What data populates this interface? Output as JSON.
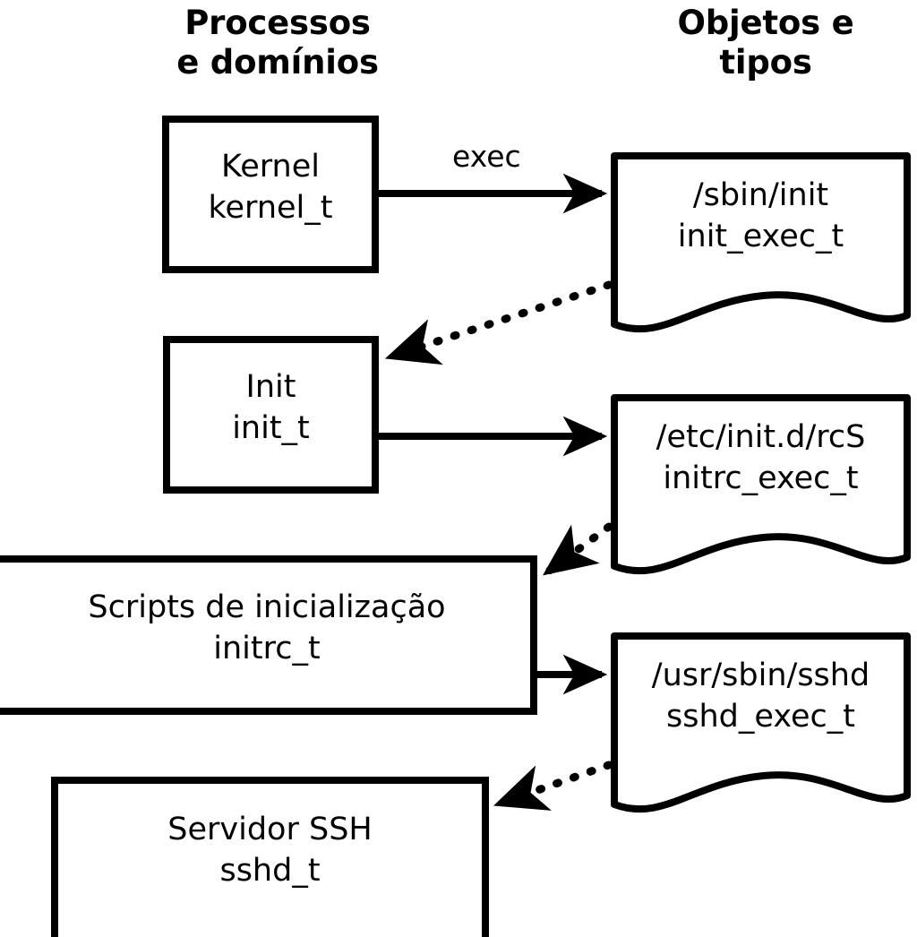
{
  "diagram": {
    "title": "SELinux process domains and object types transition diagram",
    "background_color": "#ffffff",
    "stroke_color": "#000000",
    "columns": {
      "left_header": "Processos\ne domínios",
      "right_header": "Objetos e\ntipos"
    },
    "process_nodes": [
      {
        "id": "kernel",
        "name": "Kernel",
        "type_label": "kernel_t",
        "text": "Kernel\nkernel_t"
      },
      {
        "id": "init",
        "name": "Init",
        "type_label": "init_t",
        "text": "Init\ninit_t"
      },
      {
        "id": "initrc",
        "name": "Scripts de inicialização",
        "type_label": "initrc_t",
        "text": "Scripts de inicialização\ninitrc_t"
      },
      {
        "id": "sshd",
        "name": "Servidor SSH",
        "type_label": "sshd_t",
        "text": "Servidor SSH\nsshd_t"
      }
    ],
    "object_nodes": [
      {
        "id": "init_exec",
        "path": "/sbin/init",
        "type_label": "init_exec_t",
        "text": "/sbin/init\ninit_exec_t"
      },
      {
        "id": "initrc_exec",
        "path": "/etc/init.d/rcS",
        "type_label": "initrc_exec_t",
        "text": "/etc/init.d/rcS\ninitrc_exec_t"
      },
      {
        "id": "sshd_exec",
        "path": "/usr/sbin/sshd",
        "type_label": "sshd_exec_t",
        "text": "/usr/sbin/sshd\nsshd_exec_t"
      }
    ],
    "edges": [
      {
        "id": "kernel-to-init_exec",
        "from": "kernel",
        "to": "init_exec",
        "style": "solid",
        "label": "exec"
      },
      {
        "id": "init_exec-to-init",
        "from": "init_exec",
        "to": "init",
        "style": "dotted",
        "label": ""
      },
      {
        "id": "init-to-initrc_exec",
        "from": "init",
        "to": "initrc_exec",
        "style": "solid",
        "label": ""
      },
      {
        "id": "initrc_exec-to-initrc",
        "from": "initrc_exec",
        "to": "initrc",
        "style": "dotted",
        "label": ""
      },
      {
        "id": "initrc-to-sshd_exec",
        "from": "initrc",
        "to": "sshd_exec",
        "style": "solid",
        "label": ""
      },
      {
        "id": "sshd_exec-to-sshd",
        "from": "sshd_exec",
        "to": "sshd",
        "style": "dotted",
        "label": ""
      }
    ]
  }
}
